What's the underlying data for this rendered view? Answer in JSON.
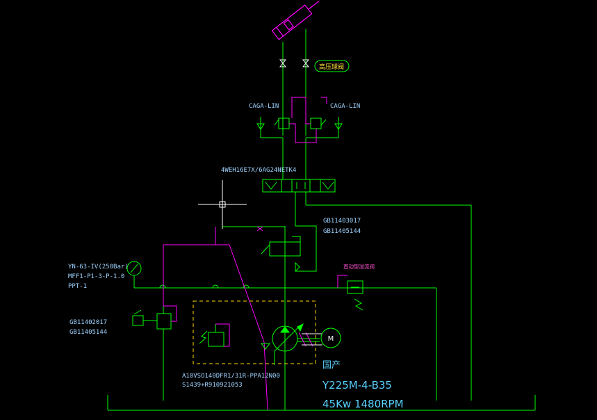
{
  "labels": {
    "ball_valve": "高压球阀",
    "caga_left": "CAGA-LIN",
    "caga_right": "CAGA-LIN",
    "directional_valve": "4WEH16E7X/6AG24NETK4",
    "code_a1": "GB11403017",
    "code_a2": "GB11405144",
    "gauge_1": "YN-63-IV(250Bar)",
    "gauge_2": "MFF1-P1-3-P-1.0",
    "gauge_3": "PPT-1",
    "relief_tag": "直动型溢流阀",
    "code_b1": "GB11402017",
    "code_b2": "GB11405144",
    "pump_model": "A10VSO140DFR1/31R-PPA12N00",
    "pump_code": "S1439+R910921053",
    "motor_symbol": "M",
    "domestic": "国产",
    "motor_model": "Y225M-4-B35",
    "motor_rating": "45Kw  1480RPM"
  },
  "colors": {
    "background": "#000000",
    "green_line": "#00ff00",
    "magenta_line": "#ff00ff",
    "white_line": "#ffffff",
    "yellow_dash": "#ffd400",
    "cyan_text": "#59d1ff"
  }
}
